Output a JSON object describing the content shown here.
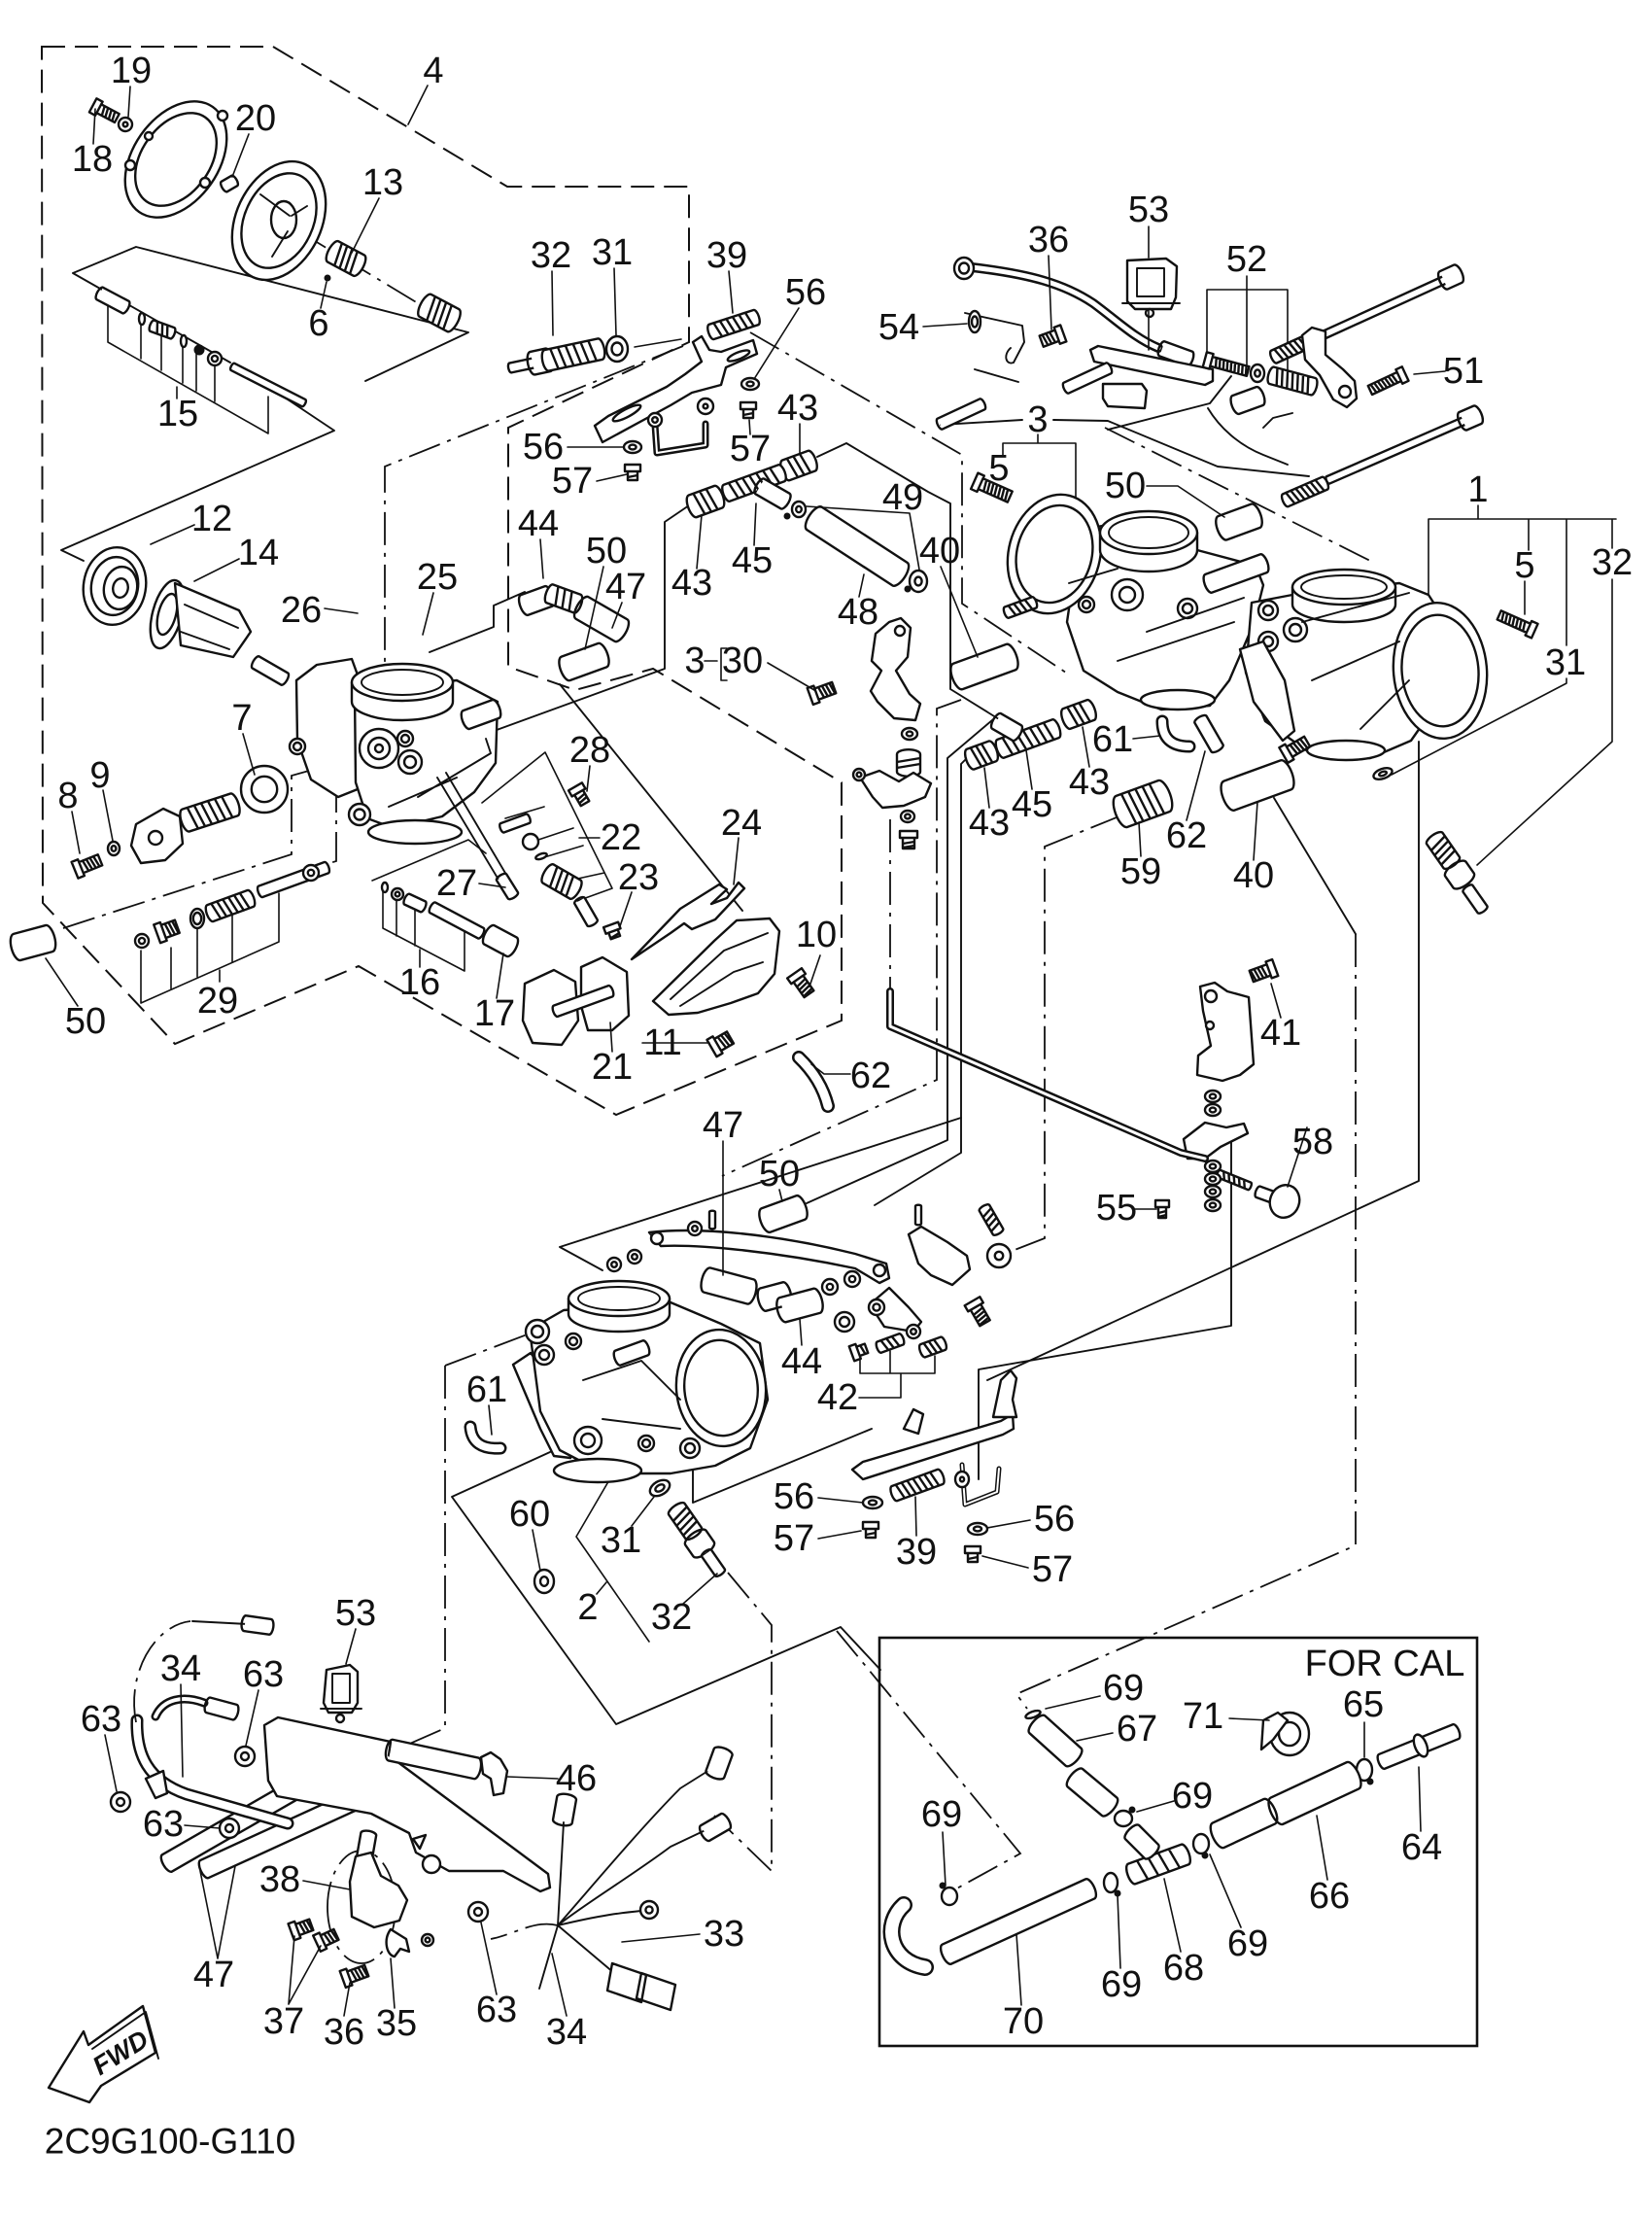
{
  "diagram": {
    "part_code": "2C9G100-G110",
    "fwd_label": "FWD",
    "callouts": {
      "assembly_4": [
        "4",
        "19",
        "20",
        "18",
        "13",
        "6",
        "15",
        "12",
        "14",
        "26",
        "25",
        "7",
        "9",
        "8",
        "27",
        "29",
        "16",
        "17",
        "50",
        "28",
        "22",
        "24",
        "23",
        "10",
        "11",
        "21",
        "62"
      ],
      "throttle_link": [
        "32",
        "31",
        "39",
        "56",
        "56",
        "57",
        "57",
        "43",
        "44",
        "50",
        "47",
        "43",
        "45",
        "49",
        "48",
        "40",
        "3",
        "30"
      ],
      "choke_linkage": [
        "53",
        "36",
        "52",
        "54",
        "51",
        "3",
        "5",
        "50",
        "1",
        "5",
        "32",
        "31"
      ],
      "center_fittings": [
        "61",
        "43",
        "45",
        "43",
        "62",
        "59",
        "40",
        "41",
        "58",
        "55"
      ],
      "lower_carburetor": [
        "47",
        "50",
        "44",
        "42",
        "61",
        "60",
        "31",
        "2",
        "32",
        "56",
        "57",
        "39",
        "56",
        "57"
      ],
      "bracket_harness": [
        "53",
        "34",
        "63",
        "63",
        "63",
        "46",
        "38",
        "47",
        "37",
        "36",
        "35",
        "63",
        "34",
        "33"
      ]
    },
    "inset": {
      "title": "FOR CAL",
      "callouts": [
        "69",
        "67",
        "71",
        "65",
        "64",
        "69",
        "69",
        "66",
        "69",
        "68",
        "69",
        "70"
      ]
    }
  }
}
